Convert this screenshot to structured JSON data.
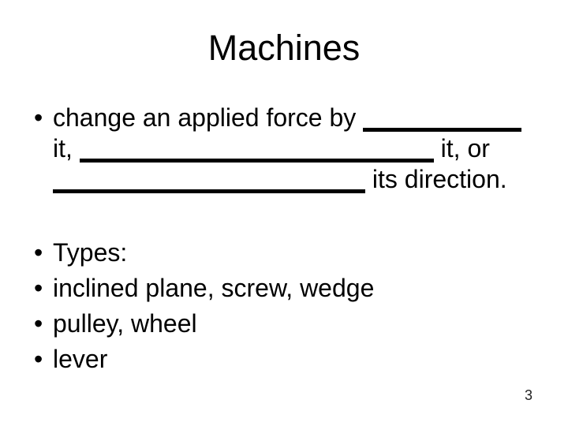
{
  "slide": {
    "title": "Machines",
    "bullet_char": "•",
    "force_paragraph": {
      "line1": "change an applied force by",
      "line2_prefix": "it,",
      "line2_suffix": "it, or",
      "line3_suffix": "its direction."
    },
    "type_bullets": [
      "Types:",
      "inclined plane, screw, wedge",
      "pulley, wheel",
      "lever"
    ],
    "page_number": "3",
    "colors": {
      "background": "#ffffff",
      "text": "#000000"
    }
  }
}
